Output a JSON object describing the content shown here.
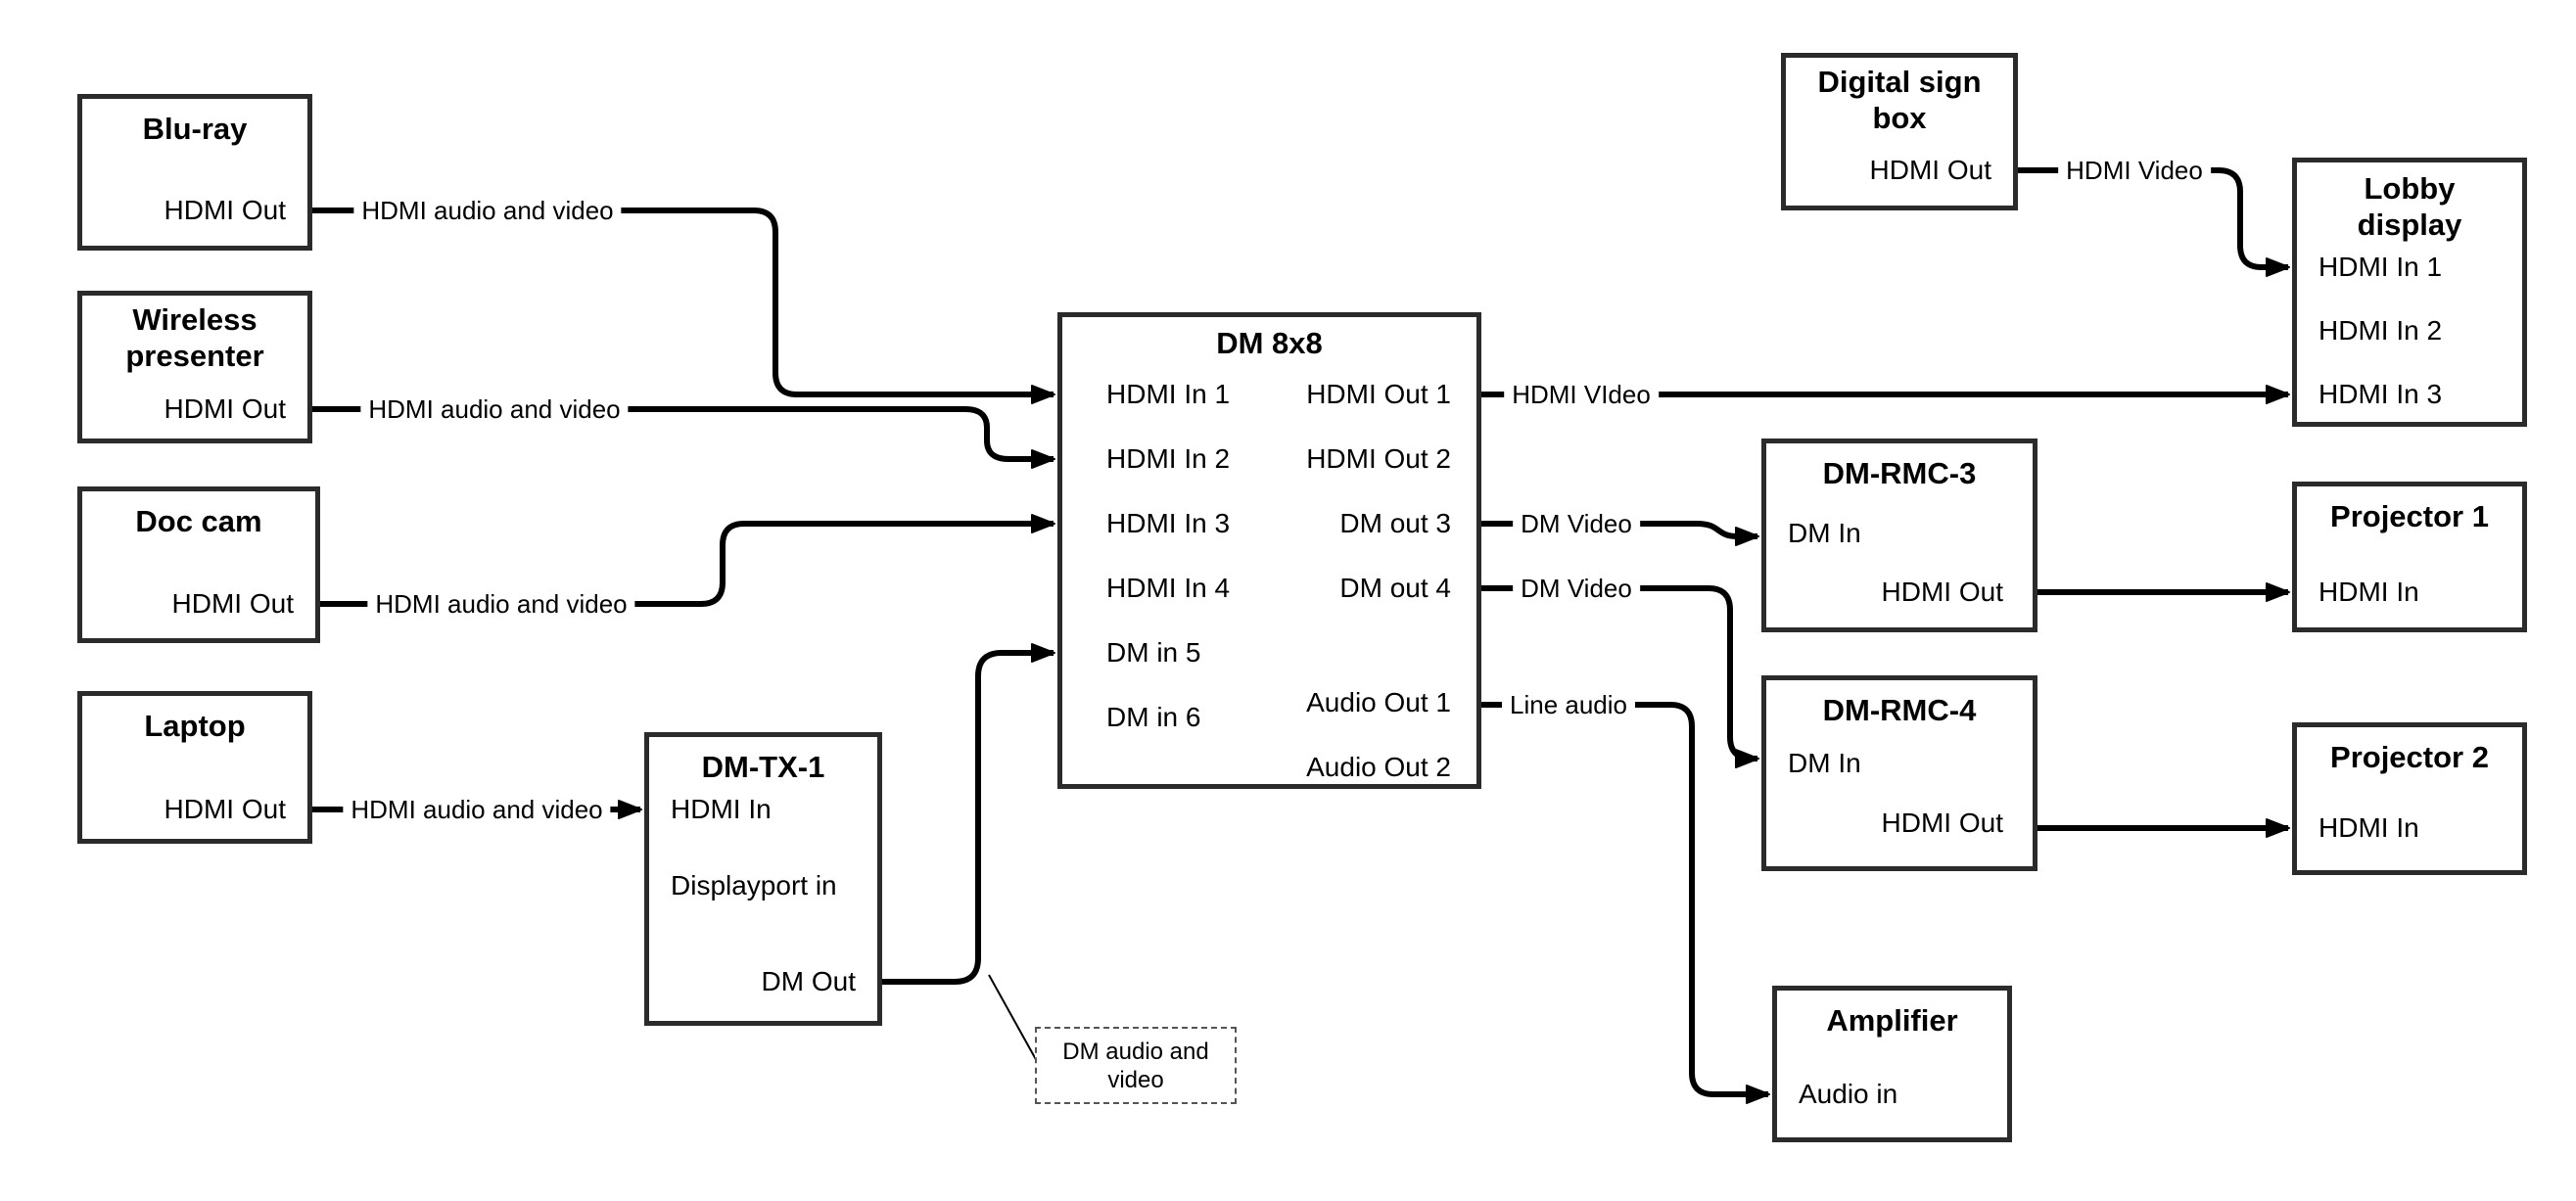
{
  "colors": {
    "background": "#ffffff",
    "box_border": "#2b2b2b",
    "line": "#000000",
    "text": "#000000"
  },
  "nodes": {
    "bluray": {
      "title": "Blu-ray",
      "port_hdmi_out": "HDMI Out"
    },
    "wireless": {
      "title_line1": "Wireless",
      "title_line2": "presenter",
      "port_hdmi_out": "HDMI Out"
    },
    "doccam": {
      "title": "Doc cam",
      "port_hdmi_out": "HDMI Out"
    },
    "laptop": {
      "title": "Laptop",
      "port_hdmi_out": "HDMI Out"
    },
    "dmtx1": {
      "title": "DM-TX-1",
      "port_hdmi_in": "HDMI In",
      "port_dp_in": "Displayport in",
      "port_dm_out": "DM Out"
    },
    "dm8x8": {
      "title": "DM 8x8",
      "ports_in": [
        "HDMI In 1",
        "HDMI In 2",
        "HDMI In 3",
        "HDMI In 4",
        "DM in 5",
        "DM in 6"
      ],
      "ports_out": [
        "HDMI Out 1",
        "HDMI Out 2",
        "DM out 3",
        "DM out 4",
        "Audio Out 1",
        "Audio Out 2"
      ]
    },
    "signbox": {
      "title_line1": "Digital sign",
      "title_line2": "box",
      "port_hdmi_out": "HDMI Out"
    },
    "lobby": {
      "title_line1": "Lobby",
      "title_line2": "display",
      "ports_in": [
        "HDMI In 1",
        "HDMI In 2",
        "HDMI In 3"
      ]
    },
    "dmrmc3": {
      "title": "DM-RMC-3",
      "port_dm_in": "DM In",
      "port_hdmi_out": "HDMI Out"
    },
    "proj1": {
      "title": "Projector 1",
      "port_hdmi_in": "HDMI In"
    },
    "dmrmc4": {
      "title": "DM-RMC-4",
      "port_dm_in": "DM In",
      "port_hdmi_out": "HDMI Out"
    },
    "proj2": {
      "title": "Projector 2",
      "port_hdmi_in": "HDMI In"
    },
    "amp": {
      "title": "Amplifier",
      "port_audio_in": "Audio in"
    }
  },
  "edge_labels": {
    "bluray_to_dm": "HDMI audio and video",
    "wireless_to_dm": "HDMI audio and video",
    "doccam_to_dm": "HDMI audio and video",
    "laptop_to_tx": "HDMI audio and video",
    "out1_to_lobby": "HDMI VIdeo",
    "out3_to_rmc3": "DM Video",
    "out4_to_rmc4": "DM Video",
    "audio1_to_amp": "Line audio",
    "signbox_to_lobby": "HDMI Video"
  },
  "note": {
    "line1": "DM audio and",
    "line2": "video"
  }
}
